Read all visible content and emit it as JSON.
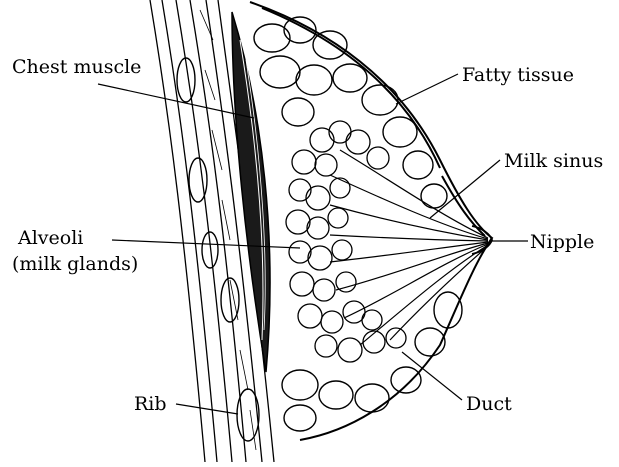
{
  "labels": {
    "chest_muscle": "Chest muscle",
    "fatty_tissue": "Fatty tissue",
    "milk_sinus": "Milk sinus",
    "alveoli_line1": "Alveoli",
    "alveoli_line2": "(milk glands)",
    "nipple": "Nipple",
    "rib": "Rib",
    "duct": "Duct"
  }
}
